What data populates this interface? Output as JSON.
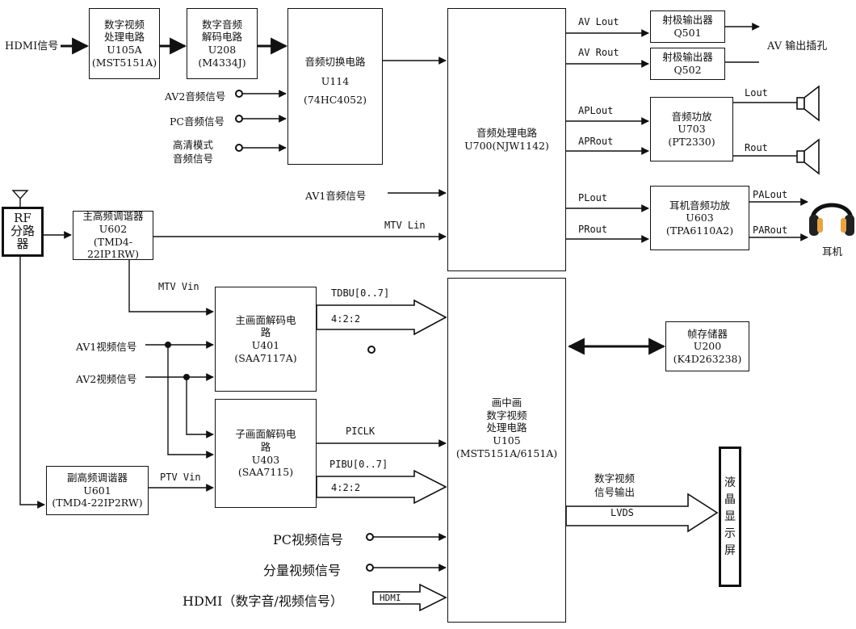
{
  "blocks": {
    "u105a": {
      "l1": "数字视频",
      "l2": "处理电路",
      "l3": "U105A",
      "l4": "(MST5151A)"
    },
    "u208": {
      "l1": "数字音频",
      "l2": "解码电路",
      "l3": "U208",
      "l4": "(M4334J)"
    },
    "u114": {
      "l1": "音频切换电路",
      "l2": "U114",
      "l3": "(74HC4052)"
    },
    "u700": {
      "l1": "音频处理电路",
      "l2": "U700(NJW1142)"
    },
    "q501": {
      "l1": "射极输出器",
      "l2": "Q501"
    },
    "q502": {
      "l1": "射极输出器",
      "l2": "Q502"
    },
    "u703": {
      "l1": "音频功放",
      "l2": "U703",
      "l3": "(PT2330)"
    },
    "u603": {
      "l1": "耳机音频功放",
      "l2": "U603",
      "l3": "(TPA6110A2)"
    },
    "rf": {
      "l1": "RF",
      "l2": "分路",
      "l3": "器"
    },
    "u602": {
      "l1": "主高频调谐器",
      "l2": "U602",
      "l3": "(TMD4-22IP1RW)"
    },
    "u401": {
      "l1": "主画面解码电",
      "l2": "路",
      "l3": "U401",
      "l4": "(SAA7117A)"
    },
    "u403": {
      "l1": "子画面解码电",
      "l2": "路",
      "l3": "U403",
      "l4": "(SAA7115)"
    },
    "u601": {
      "l1": "副高频调谐器",
      "l2": "U601",
      "l3": "(TMD4-22IP2RW)"
    },
    "u105": {
      "l1": "画中画",
      "l2": "数字视频",
      "l3": "处理电路",
      "l4": "U105",
      "l5": "(MST5151A/6151A)"
    },
    "u200": {
      "l1": "帧存储器",
      "l2": "U200",
      "l3": "(K4D263238)"
    },
    "lcd": [
      "液",
      "晶",
      "显",
      "示",
      "屏"
    ]
  },
  "signals": {
    "hdmi_in": "HDMI信号",
    "av2_audio": "AV2音频信号",
    "pc_audio": "PC音频信号",
    "hd_audio_1": "高清模式",
    "hd_audio_2": "音频信号",
    "av1_audio": "AV1音频信号",
    "av_lout": "AV Lout",
    "av_rout": "AV Rout",
    "av_out_jack": "AV 输出插孔",
    "aplout": "APLout",
    "aprout": "APRout",
    "lout": "Lout",
    "rout": "Rout",
    "plout": "PLout",
    "prout": "PRout",
    "palout": "PALout",
    "parout": "PARout",
    "headphone": "耳机",
    "mtv_lin": "MTV Lin",
    "mtv_vin": "MTV Vin",
    "tdbu": "TDBU[0..7]",
    "tdbu_fmt": "4:2:2",
    "av1_video": "AV1视频信号",
    "av2_video": "AV2视频信号",
    "piclk": "PICLK",
    "pibu": "PIBU[0..7]",
    "pibu_fmt": "4:2:2",
    "ptv_vin": "PTV Vin",
    "digital_video_out_1": "数字视频",
    "digital_video_out_2": "信号输出",
    "lvds": "LVDS",
    "pc_video": "PC视频信号",
    "component_video": "分量视频信号",
    "hdmi_bottom": "HDMI（数字音/视频信号）",
    "hdmi_arrow": "HDMI"
  }
}
